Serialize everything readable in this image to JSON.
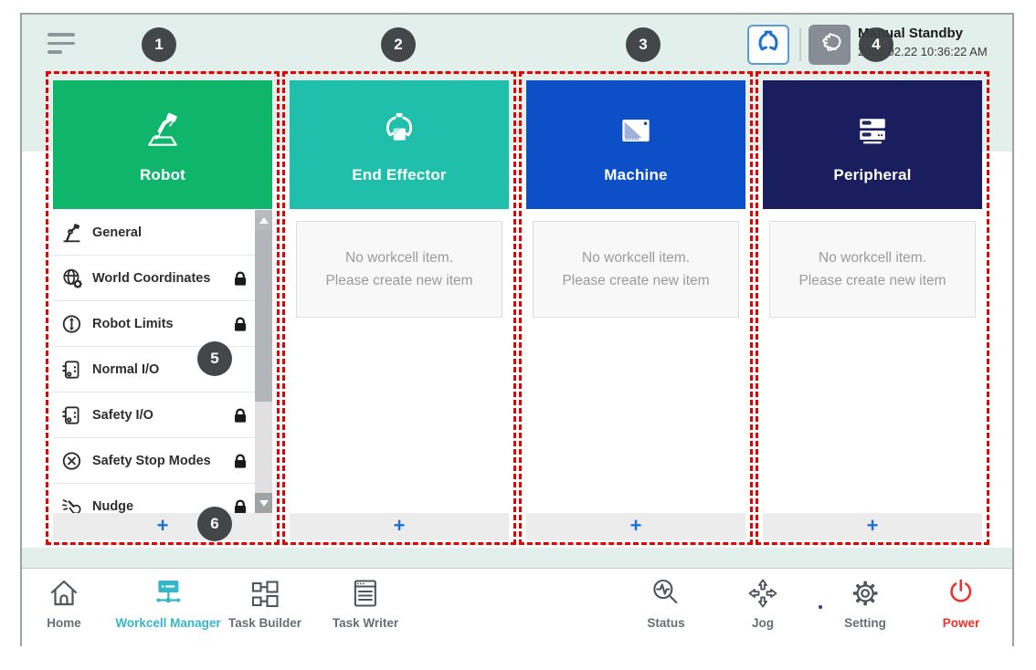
{
  "topbar": {
    "hamburger_icon": "hamburger-menu-icon",
    "gripper_icon": "gripper-icon",
    "hand_icon": "hand-icon",
    "status_title": "Manual Standby",
    "status_time": "2022.02.22 10:36:22 AM"
  },
  "badges": [
    {
      "n": "1"
    },
    {
      "n": "2"
    },
    {
      "n": "3"
    },
    {
      "n": "4"
    },
    {
      "n": "5"
    },
    {
      "n": "6"
    }
  ],
  "columns": [
    {
      "label": "Robot",
      "color": "#0eb56a",
      "icon": "robot-icon",
      "add_label": "+",
      "items": [
        {
          "label": "General",
          "icon": "general-icon",
          "locked": false
        },
        {
          "label": "World Coordinates",
          "icon": "world-coordinates-icon",
          "locked": true
        },
        {
          "label": "Robot Limits",
          "icon": "robot-limits-icon",
          "locked": true
        },
        {
          "label": "Normal I/O",
          "icon": "normal-io-icon",
          "locked": false
        },
        {
          "label": "Safety I/O",
          "icon": "safety-io-icon",
          "locked": true
        },
        {
          "label": "Safety Stop Modes",
          "icon": "safety-stop-modes-icon",
          "locked": true
        },
        {
          "label": "Nudge",
          "icon": "nudge-icon",
          "locked": true
        }
      ]
    },
    {
      "label": "End Effector",
      "color": "#1fbfac",
      "icon": "end-effector-icon",
      "add_label": "+",
      "empty": {
        "line1": "No workcell item.",
        "line2": "Please create new item"
      }
    },
    {
      "label": "Machine",
      "color": "#0c4fc6",
      "icon": "machine-icon",
      "add_label": "+",
      "empty": {
        "line1": "No workcell item.",
        "line2": "Please create new item"
      }
    },
    {
      "label": "Peripheral",
      "color": "#1a1e5e",
      "icon": "peripheral-icon",
      "add_label": "+",
      "empty": {
        "line1": "No workcell item.",
        "line2": "Please create new item"
      }
    }
  ],
  "nav": {
    "items": [
      {
        "label": "Home",
        "icon": "home-icon",
        "active": false
      },
      {
        "label": "Workcell Manager",
        "icon": "workcell-manager-icon",
        "active": true
      },
      {
        "label": "Task Builder",
        "icon": "task-builder-icon",
        "active": false
      },
      {
        "label": "Task Writer",
        "icon": "task-writer-icon",
        "active": false
      },
      {
        "label": "Status",
        "icon": "status-icon",
        "active": false
      },
      {
        "label": "Jog",
        "icon": "jog-icon",
        "active": false
      },
      {
        "label": "Setting",
        "icon": "setting-icon",
        "active": false
      },
      {
        "label": "Power",
        "icon": "power-icon",
        "active": false
      }
    ]
  },
  "colors": {
    "accent_active": "#35b7c9",
    "power_red": "#e8342c",
    "annotation_red": "#e60000",
    "badge_bg": "#3f4245",
    "add_plus_blue": "#1a73d4",
    "mint_background": "#e3efeb"
  }
}
